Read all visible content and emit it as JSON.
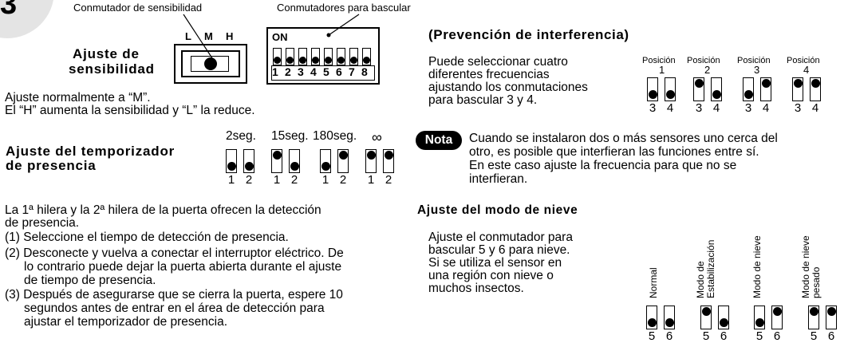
{
  "section_number": "3",
  "callouts": {
    "sensitivity_switch": "Conmutador de sensibilidad",
    "dip_switches": "Conmutadores para bascular"
  },
  "sensitivity": {
    "title_line1": "Ajuste de",
    "title_line2": "sensibilidad",
    "scale": [
      "L",
      "M",
      "H"
    ],
    "dip_on_label": "ON",
    "dip_numbers": [
      "1",
      "2",
      "3",
      "4",
      "5",
      "6",
      "7",
      "8"
    ],
    "note_line1": "Ajuste normalmente a “M”.",
    "note_line2": "El “H” aumenta la sensibilidad y “L” la reduce."
  },
  "presence_timer": {
    "title_line1": "Ajuste del temporizador",
    "title_line2": "de presencia",
    "options": [
      "2seg.",
      "15seg.",
      "180seg.",
      "∞"
    ],
    "switch_numbers": [
      "1",
      "2"
    ]
  },
  "detection_text": {
    "intro_line1": "La 1ª hilera y la 2ª hilera de la puerta ofrecen la detección",
    "intro_line2": "de presencia.",
    "step1": "(1) Seleccione el tiempo de detección de presencia.",
    "step2_line1": "(2) Desconecte y vuelva a conectar el interruptor eléctrico.  De",
    "step2_line2": "lo contrario puede dejar la puerta abierta durante el ajuste",
    "step2_line3": "de tiempo de presencia.",
    "step3_line1": "(3) Después de asegurarse que se cierra la puerta, espere 10",
    "step3_line2": "segundos antes de entrar en el área de detección para",
    "step3_line3": "ajustar el temporizador de presencia."
  },
  "interference": {
    "title": "(Prevención de interferencia)",
    "text_lines": [
      "Puede seleccionar cuatro",
      "diferentes frecuencias",
      "ajustando los conmutaciones",
      "para bascular 3 y 4."
    ],
    "position_label": "Posición",
    "positions": [
      "1",
      "2",
      "3",
      "4"
    ],
    "switch_numbers": [
      "3",
      "4"
    ]
  },
  "nota": {
    "badge": "Nota",
    "lines": [
      "Cuando se instalaron dos o más sensores uno cerca del",
      "otro, es posible que interfieran las funciones entre sí.",
      "En este caso ajuste la frecuencia para que no se",
      "interfieran."
    ]
  },
  "snow": {
    "title": "Ajuste del modo de nieve",
    "text_lines": [
      "Ajuste el conmutador para",
      "bascular 5 y 6 para nieve.",
      "Si se utiliza el sensor en",
      "una región con nieve o",
      "muchos insectos."
    ],
    "modes": [
      "Normal",
      "Modo de Estabilización",
      "Modo de nieve",
      "Modo de nieve pesado"
    ],
    "mode_lines": [
      [
        "Normal"
      ],
      [
        "Modo de",
        "Estabilización"
      ],
      [
        "Modo de nieve"
      ],
      [
        "Modo de nieve",
        "pesado"
      ]
    ],
    "switch_numbers": [
      "5",
      "6"
    ]
  }
}
